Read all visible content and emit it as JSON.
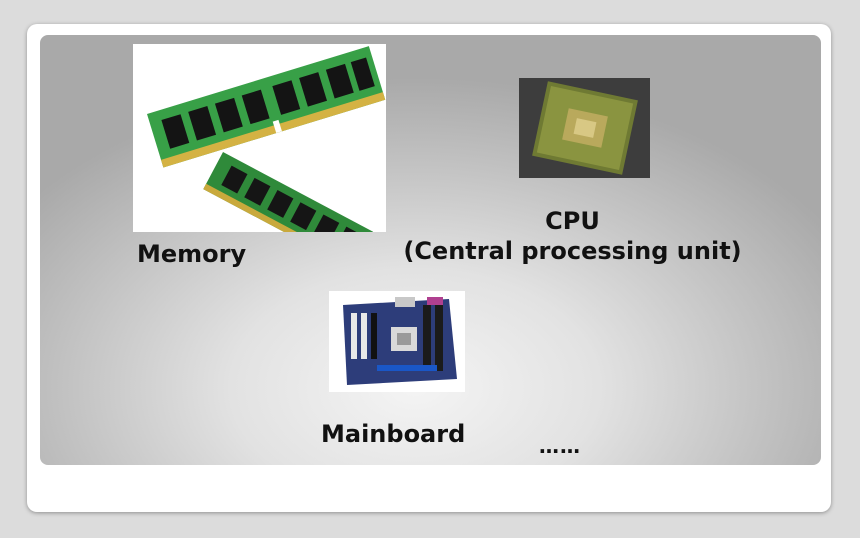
{
  "items": {
    "memory": {
      "label": "Memory",
      "image_icon": "ram-module-icon"
    },
    "cpu": {
      "label_line1": "CPU",
      "label_line2": "(Central processing unit)",
      "image_icon": "cpu-chip-icon"
    },
    "mainboard": {
      "label": "Mainboard",
      "image_icon": "motherboard-icon"
    },
    "more": {
      "label": "……"
    }
  },
  "colors": {
    "panel_gradient_light": "#f4f4f4",
    "panel_gradient_dark": "#a9a9a9",
    "frame": "#ffffff",
    "page_background": "#dcdcdc"
  }
}
